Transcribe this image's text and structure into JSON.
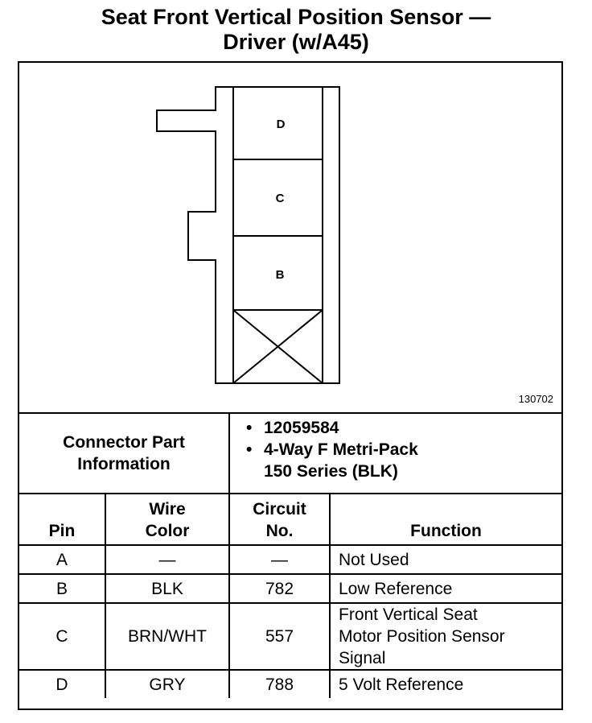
{
  "title": {
    "line1": "Seat Front Vertical Position Sensor —",
    "line2": "Driver (w/A45)"
  },
  "diagram": {
    "cavity_labels": [
      "D",
      "C",
      "B"
    ],
    "figure_number": "130702"
  },
  "connector": {
    "label_line1": "Connector Part",
    "label_line2": "Information",
    "part_number": "12059584",
    "description_line1": "4-Way F Metri-Pack",
    "description_line2": "150 Series (BLK)"
  },
  "table": {
    "headers": {
      "pin": "Pin",
      "wire_color_1": "Wire",
      "wire_color_2": "Color",
      "circuit_1": "Circuit",
      "circuit_2": "No.",
      "function": "Function"
    },
    "rows": [
      {
        "pin": "A",
        "wire_color": "—",
        "circuit": "—",
        "function_lines": [
          "Not Used"
        ]
      },
      {
        "pin": "B",
        "wire_color": "BLK",
        "circuit": "782",
        "function_lines": [
          "Low Reference"
        ]
      },
      {
        "pin": "C",
        "wire_color": "BRN/WHT",
        "circuit": "557",
        "function_lines": [
          "Front Vertical Seat",
          "Motor Position Sensor",
          "Signal"
        ]
      },
      {
        "pin": "D",
        "wire_color": "GRY",
        "circuit": "788",
        "function_lines": [
          "5 Volt Reference"
        ]
      }
    ]
  }
}
